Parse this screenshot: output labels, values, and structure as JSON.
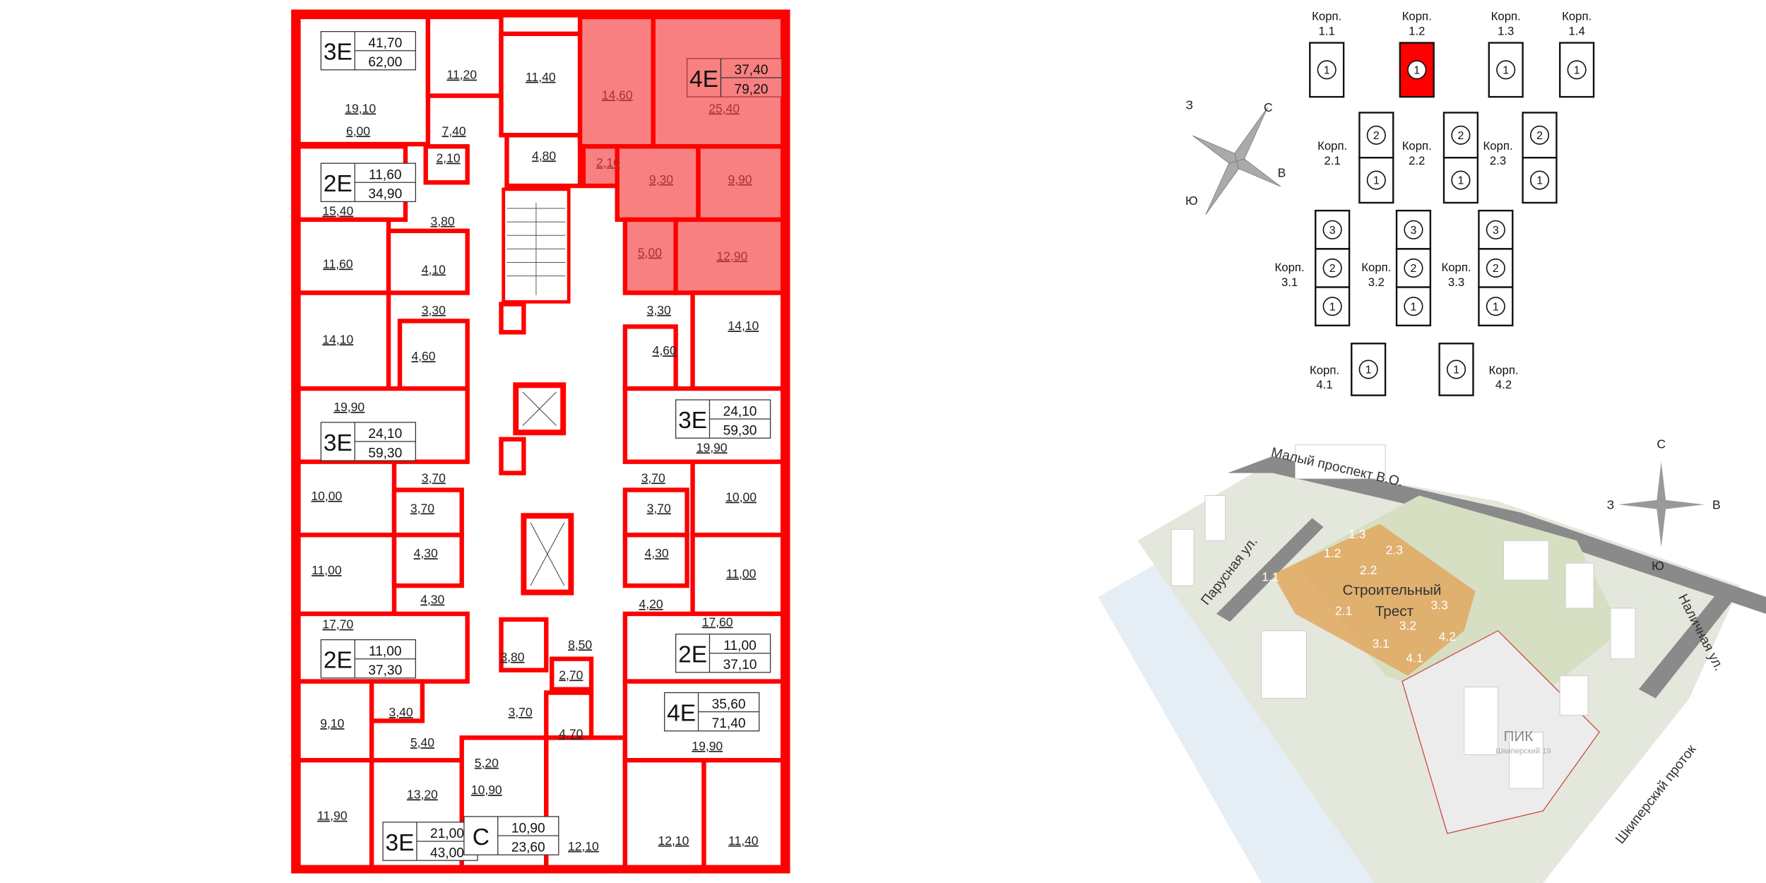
{
  "colors": {
    "wall": "#ff0000",
    "selected_apartment": "#f88080",
    "selected_building": "#ff0000",
    "fixture": "#9a9a9a",
    "map_complex": "#e2a860"
  },
  "plan": {
    "rooms": [
      "19,10",
      "6,00",
      "11,20",
      "7,40",
      "11,40",
      "4,80",
      "2,10",
      "15,40",
      "3,80",
      "11,60",
      "4,10",
      "3,30",
      "14,10",
      "4,60",
      "19,90",
      "3,70",
      "10,00",
      "3,70",
      "11,00",
      "4,30",
      "4,30",
      "17,70",
      "9,10",
      "3,40",
      "5,40",
      "11,90",
      "13,20",
      "5,20",
      "10,90",
      "3,80",
      "8,50",
      "2,70",
      "3,70",
      "4,70",
      "12,10",
      "14,60",
      "25,40",
      "2,10",
      "9,30",
      "9,90",
      "5,00",
      "12,90",
      "3,30",
      "14,10",
      "4,60",
      "19,90",
      "3,70",
      "10,00",
      "3,70",
      "11,00",
      "4,30",
      "4,20",
      "17,60",
      "19,90",
      "12,10",
      "11,40"
    ],
    "apartments": [
      {
        "type": "3E",
        "living": "41,70",
        "total": "62,00"
      },
      {
        "type": "2E",
        "living": "11,60",
        "total": "34,90"
      },
      {
        "type": "3E",
        "living": "24,10",
        "total": "59,30"
      },
      {
        "type": "2E",
        "living": "11,00",
        "total": "37,30"
      },
      {
        "type": "3E",
        "living": "21,00",
        "total": "43,00"
      },
      {
        "type": "C",
        "living": "10,90",
        "total": "23,60"
      },
      {
        "type": "4E",
        "living": "37,40",
        "total": "79,20",
        "selected": true
      },
      {
        "type": "3E",
        "living": "24,10",
        "total": "59,30"
      },
      {
        "type": "2E",
        "living": "11,00",
        "total": "37,10"
      },
      {
        "type": "4E",
        "living": "35,60",
        "total": "71,40"
      }
    ]
  },
  "compass": {
    "north": "С",
    "west": "З",
    "east": "В",
    "south": "Ю"
  },
  "selector": {
    "prefix": "Корп.",
    "selected": "1.2",
    "buildings": [
      {
        "name": "1.1",
        "sections": [
          "1"
        ]
      },
      {
        "name": "1.2",
        "sections": [
          "1"
        ]
      },
      {
        "name": "1.3",
        "sections": [
          "1"
        ]
      },
      {
        "name": "1.4",
        "sections": [
          "1"
        ]
      },
      {
        "name": "2.1",
        "sections": [
          "2",
          "1"
        ]
      },
      {
        "name": "2.2",
        "sections": [
          "2",
          "1"
        ]
      },
      {
        "name": "2.3",
        "sections": [
          "2",
          "1"
        ]
      },
      {
        "name": "3.1",
        "sections": [
          "3",
          "2",
          "1"
        ]
      },
      {
        "name": "3.2",
        "sections": [
          "3",
          "2",
          "1"
        ]
      },
      {
        "name": "3.3",
        "sections": [
          "3",
          "2",
          "1"
        ]
      },
      {
        "name": "4.1",
        "sections": [
          "1"
        ]
      },
      {
        "name": "4.2",
        "sections": [
          "1"
        ]
      }
    ]
  },
  "map": {
    "streets": {
      "top": "Малый проспект В.О.",
      "left": "Парусная ул.",
      "right": "Наличная ул.",
      "bottom": "Шкиперский проток"
    },
    "complex": {
      "line1": "Строительный",
      "line2": "Трест"
    },
    "building_numbers": [
      "1.1",
      "1.2",
      "1.3",
      "2.1",
      "2.2",
      "2.3",
      "3.1",
      "3.2",
      "3.3",
      "4.1",
      "4.2"
    ],
    "neighbor": {
      "brand": "ПИК",
      "name": "Шкиперский 19"
    },
    "compass": {
      "north": "С",
      "west": "З",
      "east": "В",
      "south": "Ю"
    }
  }
}
